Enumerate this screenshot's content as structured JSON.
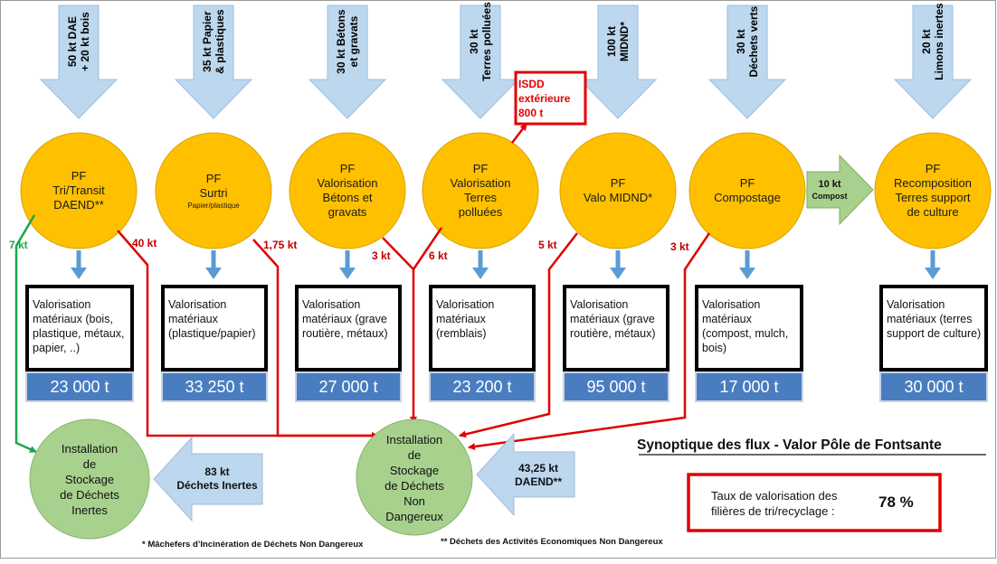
{
  "colors": {
    "circle_orange": "#ffc000",
    "circle_green": "#a9d18e",
    "arrow_blue": "#bdd7ee",
    "small_arrow_blue": "#5b9bd5",
    "tonnage_blue": "#4a7dc0",
    "flow_red": "#e00000",
    "flow_green": "#19a64a",
    "highlight_red": "#e00000"
  },
  "inputs": [
    {
      "line1": "50 kt DAE",
      "line2": "+ 20 kt bois"
    },
    {
      "line1": "35 kt Papier",
      "line2": "& plastiques"
    },
    {
      "line1": "30 kt Bétons",
      "line2": "et gravats"
    },
    {
      "line1": "30 kt",
      "line2": "Terres polluées"
    },
    {
      "line1": "100 kt",
      "line2": "MIDND*"
    },
    {
      "line1": "30 kt",
      "line2": "Déchets verts"
    },
    {
      "line1": "20 kt",
      "line2": "Limons inertes"
    }
  ],
  "platforms": [
    {
      "lines": [
        "PF",
        "Tri/Transit",
        "DAEND**"
      ],
      "sub": ""
    },
    {
      "lines": [
        "PF",
        "Surtri"
      ],
      "sub": "Papier/plastique"
    },
    {
      "lines": [
        "PF",
        "Valorisation",
        "Bétons et",
        "gravats"
      ],
      "sub": ""
    },
    {
      "lines": [
        "PF",
        "Valorisation",
        "Terres",
        "polluées"
      ],
      "sub": ""
    },
    {
      "lines": [
        "PF",
        "Valo MIDND*"
      ],
      "sub": ""
    },
    {
      "lines": [
        "PF",
        "Compostage"
      ],
      "sub": ""
    },
    {
      "lines": [
        "PF",
        "Recomposition",
        "Terres support",
        "de culture"
      ],
      "sub": ""
    }
  ],
  "valorisation": [
    {
      "text": "Valorisation matériaux (bois, plastique, métaux, papier, ..)",
      "tonnage": "23 000 t"
    },
    {
      "text": "Valorisation matériaux (plastique/papier)",
      "tonnage": "33 250 t"
    },
    {
      "text": "Valorisation matériaux (grave routière, métaux)",
      "tonnage": "27 000 t"
    },
    {
      "text": "Valorisation matériaux (remblais)",
      "tonnage": "23 200 t"
    },
    {
      "text": "Valorisation matériaux (grave routière, métaux)",
      "tonnage": "95 000 t"
    },
    {
      "text": "Valorisation matériaux (compost, mulch, bois)",
      "tonnage": "17 000 t"
    },
    {
      "text": "Valorisation matériaux (terres support de culture)",
      "tonnage": "30 000 t"
    }
  ],
  "compost_arrow": {
    "line1": "10 kt",
    "line2": "Compost"
  },
  "isdd": {
    "line1": "ISDD",
    "line2": "extérieure",
    "line3": "800 t"
  },
  "flows": {
    "green_7kt": "7 kt",
    "red_40kt": "40 kt",
    "red_175kt": "1,75 kt",
    "red_3kt_a": "3 kt",
    "red_6kt": "6 kt",
    "red_5kt": "5 kt",
    "red_3kt_b": "3 kt"
  },
  "isdi": {
    "lines": [
      "Installation",
      "de",
      "Stockage",
      "de Déchets",
      "Inertes"
    ]
  },
  "isdnd": {
    "lines": [
      "Installation",
      "de",
      "Stockage",
      "de Déchets",
      "Non",
      "Dangereux"
    ]
  },
  "side_inputs": {
    "inertes": {
      "line1": "83 kt",
      "line2": "Déchets Inertes"
    },
    "daend": {
      "line1": "43,25 kt",
      "line2": "DAEND**"
    }
  },
  "title": "Synoptique des flux - Valor Pôle de Fontsante",
  "rate": {
    "label_line1": "Taux de valorisation des",
    "label_line2": "filières de tri/recyclage :",
    "value": "78 %"
  },
  "notes": {
    "midnd": "* Mâchefers d’Incinération de Déchets Non Dangereux",
    "daend": "** Déchets des Activités Economiques Non Dangereux"
  }
}
